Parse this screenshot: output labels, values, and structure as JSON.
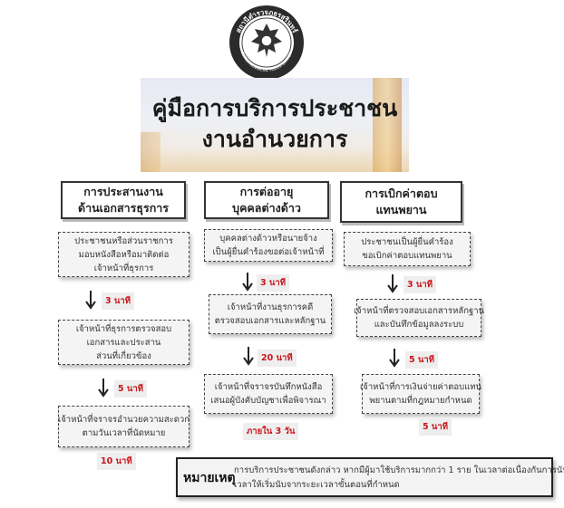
{
  "logo": {
    "name": "police-station-emblem",
    "text_top": "สถานีตำรวจภูธรสุรินทร์",
    "text_bottom": "SURIN PROVINCIAL POLICE STATION"
  },
  "title": {
    "line1": "คู่มือการบริการประชาชน",
    "line2": "งานอำนวยการ"
  },
  "columns": [
    {
      "header": [
        "การประสานงาน",
        "ด้านเอกสารธุรการ"
      ],
      "steps": [
        [
          "ประชาชนหรือส่วนราชการ",
          "มอบหนังสือหรือมาติดต่อ",
          "เจ้าหน้าที่ธุรการ"
        ],
        [
          "เจ้าหน้าที่ธุรการตรวจสอบ",
          "เอกสารและประสาน",
          "ส่วนที่เกี่ยวข้อง"
        ],
        [
          "เจ้าหน้าที่จราจรอำนวยความสะดวก",
          "ตามวันเวลาที่นัดหมาย"
        ]
      ],
      "times": [
        "3 นาที",
        "5 นาที",
        "10 นาที"
      ]
    },
    {
      "header": [
        "การต่ออายุ",
        "บุคคลต่างด้าว"
      ],
      "steps": [
        [
          "บุคคลต่างด้าวหรือนายจ้าง",
          "เป็นผู้ยื่นคำร้องขอต่อเจ้าหน้าที่"
        ],
        [
          "เจ้าหน้าที่งานธุรการคดี",
          "ตรวจสอบเอกสารและหลักฐาน"
        ],
        [
          "เจ้าหน้าที่จราจรบันทึกหนังสือ",
          "เสนอผู้บังคับบัญชาเพื่อพิจารณา"
        ]
      ],
      "times": [
        "3 นาที",
        "20 นาที",
        "ภายใน 3 วัน"
      ]
    },
    {
      "header": [
        "การเบิกค่าตอบ",
        "แทนพยาน"
      ],
      "steps": [
        [
          "ประชาชนเป็นผู้ยื่นคำร้อง",
          "ขอเบิกค่าตอบแทนพยาน"
        ],
        [
          "เจ้าหน้าที่ตรวจสอบเอกสารหลักฐาน",
          "และบันทึกข้อมูลลงระบบ"
        ],
        [
          "เจ้าหน้าที่การเงินจ่ายค่าตอบแทน",
          "พยานตามที่กฎหมายกำหนด"
        ]
      ],
      "times": [
        "3 นาที",
        "5 นาที",
        "5 นาที"
      ]
    }
  ],
  "note": {
    "label": "หมายเหตุ",
    "line1": "การบริการประชาชนดังกล่าว หากมีผู้มาใช้บริการมากกว่า 1 ราย ในเวลาต่อเนื่องกันการนับ",
    "line2": "เวลาให้เริ่มนับจากระยะเวลาขั้นตอนที่กำหนด"
  },
  "colors": {
    "time_text": "#c9151b",
    "step_bg": "#f4f4f4",
    "header_border": "#333333"
  }
}
